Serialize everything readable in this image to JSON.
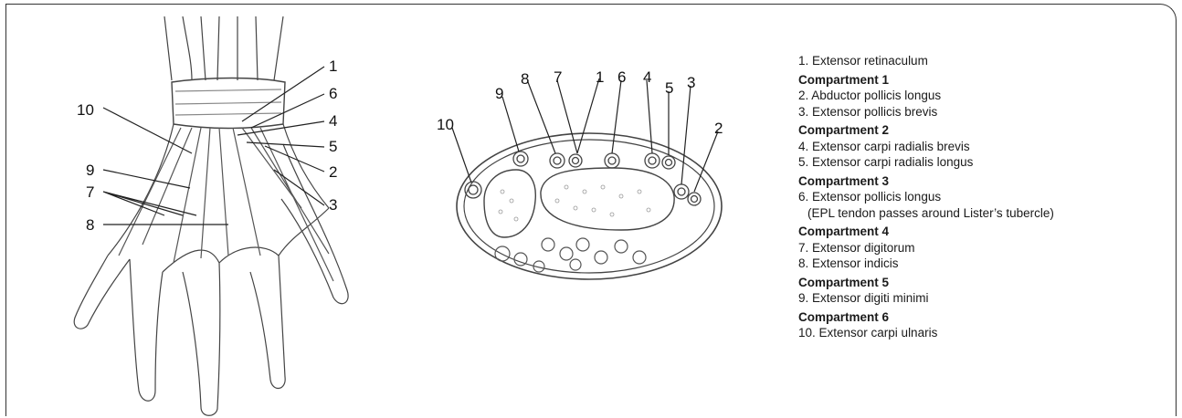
{
  "diagram": {
    "hand_labels": [
      "1",
      "6",
      "4",
      "5",
      "2",
      "3",
      "10",
      "9",
      "7",
      "8"
    ],
    "section_labels": [
      "10",
      "9",
      "8",
      "7",
      "1",
      "6",
      "4",
      "5",
      "3",
      "2"
    ]
  },
  "legend": {
    "top_item": "1. Extensor retinaculum",
    "compartments": [
      {
        "heading": "Compartment 1",
        "items": [
          "2. Abductor pollicis longus",
          "3. Extensor pollicis brevis"
        ]
      },
      {
        "heading": "Compartment 2",
        "items": [
          "4. Extensor carpi radialis brevis",
          "5. Extensor carpi radialis longus"
        ]
      },
      {
        "heading": "Compartment 3",
        "items": [
          "6. Extensor pollicis longus",
          "(EPL tendon passes around Lister’s tubercle)"
        ]
      },
      {
        "heading": "Compartment 4",
        "items": [
          "7. Extensor digitorum",
          "8. Extensor indicis"
        ]
      },
      {
        "heading": "Compartment 5",
        "items": [
          "9. Extensor digiti minimi"
        ]
      },
      {
        "heading": "Compartment 6",
        "items": [
          "10. Extensor carpi ulnaris"
        ]
      }
    ]
  }
}
